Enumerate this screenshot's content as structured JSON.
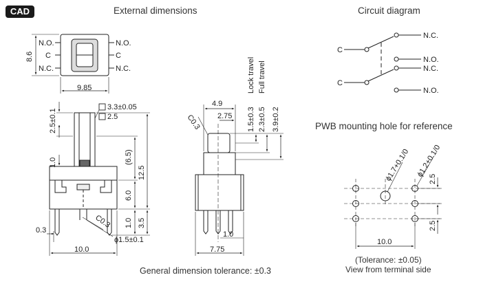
{
  "badge": "CAD",
  "headings": {
    "external": "External dimensions",
    "circuit": "Circuit diagram",
    "pwb": "PWB mounting hole for reference"
  },
  "top_view": {
    "no_left": "N.O.",
    "c_left": "C",
    "nc_left": "N.C.",
    "no_right": "N.O.",
    "c_right": "C",
    "nc_right": "N.C.",
    "height": "8.6",
    "width": "9.85"
  },
  "front_view": {
    "sq_outer": "3.3±0.05",
    "sq_inner": "2.5",
    "top_dim": "2.5±0.1",
    "dim_1_0": "1.0",
    "dim_6_5": "(6.5)",
    "dim_12_5": "12.5",
    "dim_6_0": "6.0",
    "dim_1_0b": "1.0",
    "dim_3_5": "3.5",
    "dim_0_3": "0.3",
    "chamfer": "C0.3",
    "pin_dia": "ϕ1.5±0.1",
    "width": "10.0"
  },
  "side_view": {
    "chamfer": "C0.3",
    "dim_4_9": "4.9",
    "dim_2_75": "2.75",
    "lock_travel_val": "1.5±0.3",
    "lock_travel_label": "Lock travel",
    "full_travel_val": "2.3±0.5",
    "full_travel_label": "Full travel",
    "dim_3_9": "3.9±0.2",
    "pin_pitch": "1.0",
    "width": "7.75"
  },
  "circuit": {
    "c1": "C",
    "c2": "C",
    "nc1": "N.C.",
    "no1": "N.O.",
    "nc2": "N.C.",
    "no2": "N.O."
  },
  "pwb": {
    "hole_large": "ϕ1.7+0.1/0",
    "hole_small": "ϕ1.2+0.1/0",
    "pitch_top": "2.5",
    "pitch_bottom": "2.5",
    "width": "10.0",
    "tolerance": "(Tolerance: ±0.05)",
    "view": "View from terminal side"
  },
  "general_tolerance": "General dimension tolerance: ±0.3"
}
